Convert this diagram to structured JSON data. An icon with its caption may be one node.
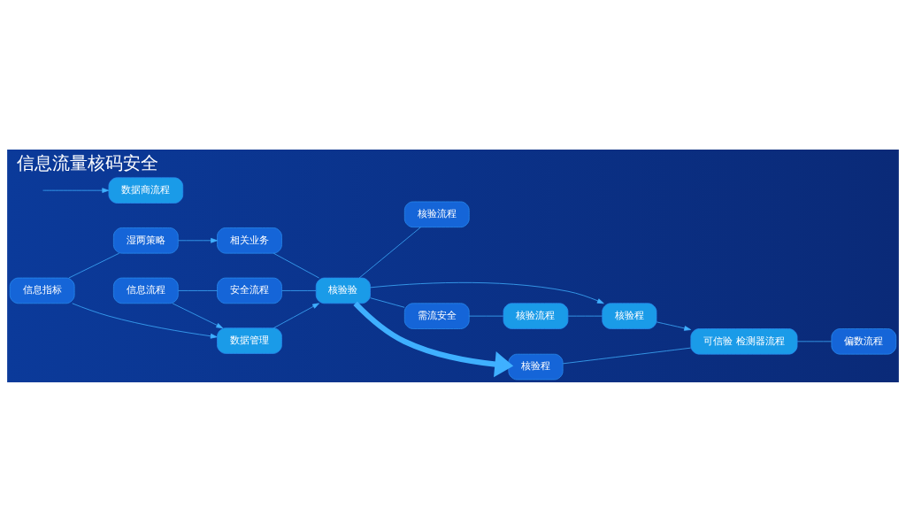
{
  "diagram": {
    "title": "信息流量核码安全",
    "nodes": [
      {
        "text": [
          "信息流程"
        ]
      },
      {
        "text": [
          "安全流程"
        ]
      },
      {
        "text": [
          "信息指标"
        ]
      },
      {
        "text": [
          "数据管理"
        ]
      },
      {
        "text": [
          "湿两策略"
        ]
      },
      {
        "text": [
          "相关业务"
        ]
      },
      {
        "text": [
          "核验验"
        ]
      },
      {
        "text": [
          "核验流程"
        ]
      },
      {
        "text": [
          "需流安全"
        ]
      },
      {
        "text": [
          "数据商流程"
        ]
      },
      {
        "text": [
          "核验程"
        ]
      },
      {
        "text": [
          "核验程"
        ]
      },
      {
        "text": [
          "可信验 检测器流程"
        ]
      },
      {
        "text": [
          "偏数流程"
        ]
      },
      {
        "text": [
          "核验流程"
        ]
      }
    ],
    "edges": [
      {
        "from": 0,
        "to": 1,
        "arrow": "none"
      },
      {
        "from": 0,
        "to": 3,
        "arrow": "to"
      },
      {
        "from": 2,
        "to": 3,
        "arrow": "to"
      },
      {
        "from": 2,
        "to": 4,
        "arrow": "none"
      },
      {
        "from": 4,
        "to": 5,
        "arrow": "to"
      },
      {
        "from": 1,
        "to": 6,
        "arrow": "none"
      },
      {
        "from": 3,
        "to": 6,
        "arrow": "to"
      },
      {
        "from": 5,
        "to": 6,
        "arrow": "none"
      },
      {
        "from": 6,
        "to": 7,
        "arrow": "none"
      },
      {
        "from": 6,
        "to": 8,
        "arrow": "none"
      },
      {
        "from": 6,
        "to": 10,
        "arrow": "to",
        "style": "thick"
      },
      {
        "from": null,
        "to": 9,
        "arrow": "to"
      },
      {
        "from": 6,
        "to": 11,
        "arrow": "to"
      },
      {
        "from": 11,
        "to": 12,
        "arrow": "to"
      },
      {
        "from": 10,
        "to": 12,
        "arrow": "none"
      },
      {
        "from": 12,
        "to": 13,
        "arrow": "none"
      },
      {
        "from": 14,
        "to": 11,
        "arrow": "none"
      },
      {
        "from": 8,
        "to": 14,
        "arrow": "none"
      }
    ]
  }
}
